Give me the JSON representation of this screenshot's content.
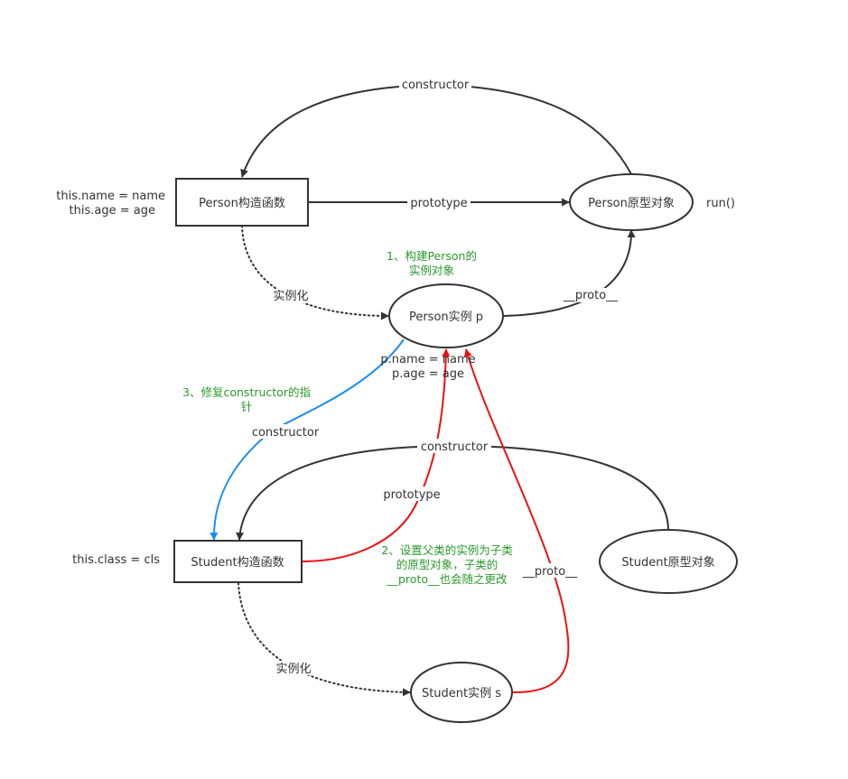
{
  "colors": {
    "ink": "#333333",
    "note": "#2a9a2a",
    "red": "#ee1111",
    "blue": "#1a8cf0"
  },
  "nodes": {
    "person_ctor": "Person构造函数",
    "person_proto": "Person原型对象",
    "person_instance": "Person实例 p",
    "student_ctor": "Student构造函数",
    "student_proto": "Student原型对象",
    "student_instance": "Student实例 s"
  },
  "texts": {
    "this_name": "this.name = name",
    "this_age": "this.age = age",
    "run": "run()",
    "p_name": "p.name = name",
    "p_age": "p.age = age",
    "this_class": "this.class = cls"
  },
  "edges": {
    "constructor_top": "constructor",
    "prototype_top": "prototype",
    "instantiate_top": "实例化",
    "proto_top": "__proto__",
    "constructor_blue": "constructor",
    "constructor_mid": "constructor",
    "prototype_red": "prototype",
    "proto_red": "__proto__",
    "instantiate_bottom": "实例化"
  },
  "notes": {
    "note1": [
      "1、构建Person的",
      "实例对象"
    ],
    "note2": [
      "2、设置父类的实例为子类",
      "的原型对象，子类的",
      "__proto__也会随之更改"
    ],
    "note3": [
      "3、修复constructor的指",
      "针"
    ]
  }
}
